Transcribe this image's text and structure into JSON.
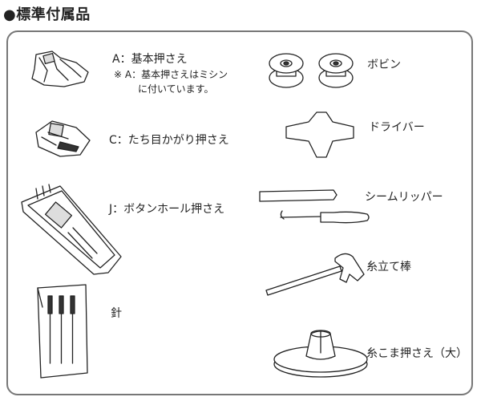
{
  "title": "●標準付属品",
  "items": {
    "foot_a": {
      "label": "A：基本押さえ",
      "note_line1": "※ A：基本押さえはミシン",
      "note_line2": "に付いています。"
    },
    "foot_c": {
      "label": "C：たち目かがり押さえ"
    },
    "foot_j": {
      "label": "J：ボタンホール押さえ"
    },
    "needles": {
      "label": "針"
    },
    "bobbins": {
      "label": "ボビン"
    },
    "screwdriver": {
      "label": "ドライバー"
    },
    "seam_ripper": {
      "label": "シームリッパー"
    },
    "spool_pin": {
      "label": "糸立て棒"
    },
    "spool_cap": {
      "label": "糸こま押さえ（大）"
    }
  }
}
